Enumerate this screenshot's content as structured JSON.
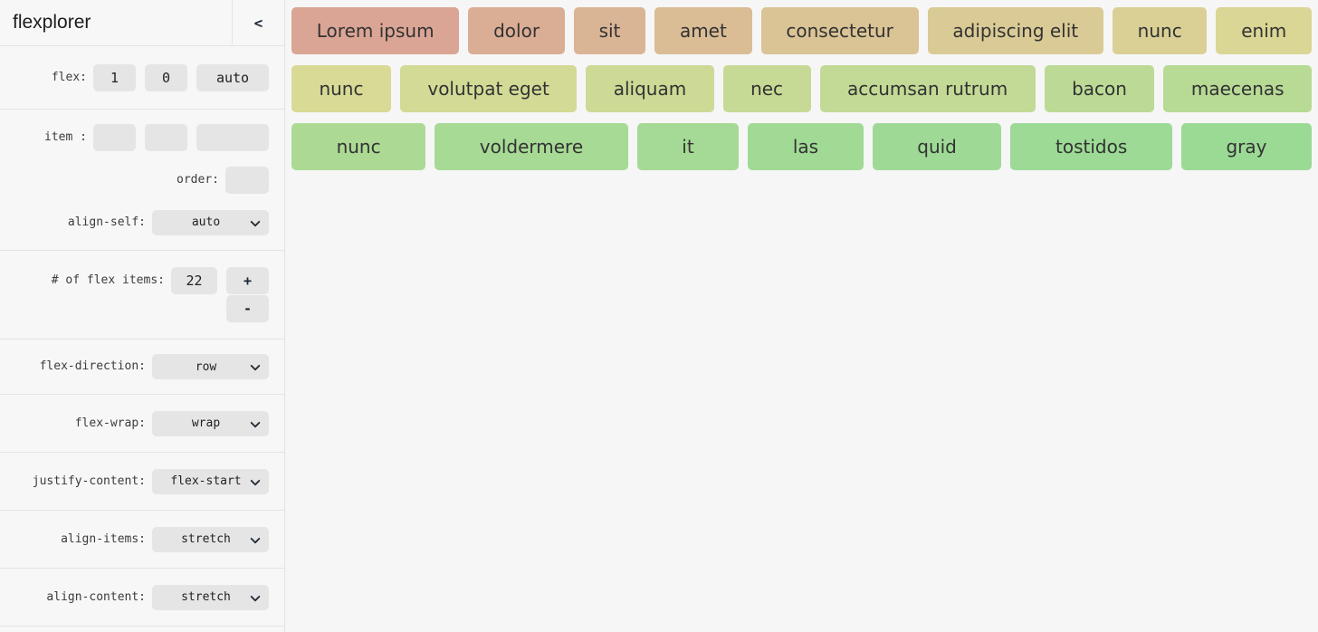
{
  "app": {
    "title": "flexplorer",
    "collapse_glyph": "<"
  },
  "sidebar": {
    "flex": {
      "label": "flex:",
      "grow": "1",
      "shrink": "0",
      "basis": "auto"
    },
    "item": {
      "label": "item :",
      "grow": "",
      "shrink": "",
      "basis": ""
    },
    "order": {
      "label": "order:",
      "value": ""
    },
    "align_self": {
      "label": "align-self:",
      "value": "auto"
    },
    "count": {
      "label": "# of flex items:",
      "value": "22",
      "plus": "+",
      "minus": "-"
    },
    "flex_direction": {
      "label": "flex-direction:",
      "value": "row"
    },
    "flex_wrap": {
      "label": "flex-wrap:",
      "value": "wrap"
    },
    "justify_content": {
      "label": "justify-content:",
      "value": "flex-start"
    },
    "align_items": {
      "label": "align-items:",
      "value": "stretch"
    },
    "align_content": {
      "label": "align-content:",
      "value": "stretch"
    }
  },
  "main": {
    "item_text_color": "#333333",
    "rows": [
      {
        "items": [
          {
            "label": "Lorem ipsum",
            "color": "#daa595"
          },
          {
            "label": "dolor",
            "color": "#daad95"
          },
          {
            "label": "sit",
            "color": "#dab595"
          },
          {
            "label": "amet",
            "color": "#dabc95"
          },
          {
            "label": "consectetur",
            "color": "#dac395"
          },
          {
            "label": "adipiscing elit",
            "color": "#daca95"
          },
          {
            "label": "nunc",
            "color": "#dad095"
          },
          {
            "label": "enim",
            "color": "#dad695"
          }
        ]
      },
      {
        "items": [
          {
            "label": "nunc",
            "color": "#d8da95"
          },
          {
            "label": "volutpat eget",
            "color": "#d3da95"
          },
          {
            "label": "aliquam",
            "color": "#ccda95"
          },
          {
            "label": "nec",
            "color": "#c6da95"
          },
          {
            "label": "accumsan rutrum",
            "color": "#c2da95"
          },
          {
            "label": "bacon",
            "color": "#bcda95"
          },
          {
            "label": "maecenas",
            "color": "#b7da95"
          }
        ]
      },
      {
        "items": [
          {
            "label": "nunc",
            "color": "#acda95"
          },
          {
            "label": "voldermere",
            "color": "#a7da95"
          },
          {
            "label": "it",
            "color": "#a4da95"
          },
          {
            "label": "las",
            "color": "#a0da95"
          },
          {
            "label": "quid",
            "color": "#9eda95"
          },
          {
            "label": "tostidos",
            "color": "#9cda95"
          },
          {
            "label": "gray",
            "color": "#9bda95"
          }
        ]
      }
    ]
  }
}
